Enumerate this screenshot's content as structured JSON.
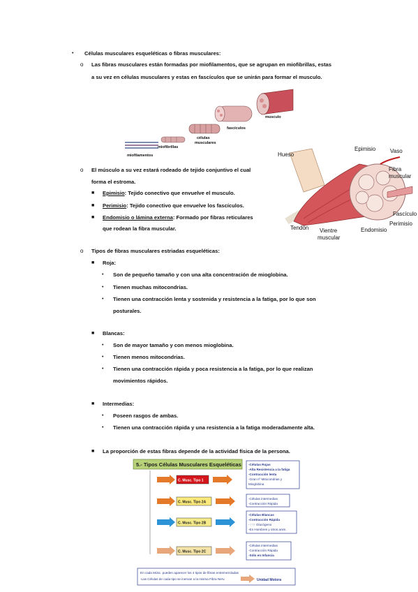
{
  "section": {
    "heading": "Células musculares esqueléticas o fibras musculares:",
    "intro_line1": "Las fibras musculares están formadas por miofilamentos, que se agrupan en miofibrillas, estas",
    "intro_line2": "a su vez en células musculares y estas en fascículos que se unirán para formar el musculo."
  },
  "figure1": {
    "musculo": "musculo",
    "fasciculos": "fascículos",
    "celulas_1": "células",
    "celulas_2": "musculares",
    "miofibrillas": "miofibrillas",
    "miofilamentos": "miofilamentos"
  },
  "stroma": {
    "line1": "El músculo a su vez estará rodeado de tejido conjuntivo el cual",
    "line2": "forma el estroma.",
    "items": [
      {
        "term": "Epimisio",
        "text": ": Tejido conectivo que envuelve el musculo."
      },
      {
        "term": "Perimisio",
        "text": ": Tejido conectivo que envuelve los fascículos."
      },
      {
        "term": "Endomisio o lámina externa",
        "text": ": Formado por fibras reticulares",
        "text2": "que rodean la fibra muscular."
      }
    ]
  },
  "figure2": {
    "hueso": "Hueso",
    "epimisio": "Epimisio",
    "vaso": "Vaso",
    "fibra": "Fibra",
    "muscular": "muscular",
    "fasciculo": "Fascículo",
    "perimisio": "Perimisio",
    "endomisio": "Endomisio",
    "tendon": "Tendón",
    "vientre": "Vientre",
    "muscular2": "muscular"
  },
  "tipos": {
    "heading": "Tipos de fibras musculares estriadas esqueléticas:",
    "roja": {
      "label": "Roja:",
      "items": [
        "Son de pequeño tamaño y con una alta concentración de mioglobina.",
        "Tienen muchas mitocondrias.",
        "Tienen una contracción lenta y sostenida y resistencia a la fatiga, por lo que son"
      ],
      "item3_cont": "posturales."
    },
    "blancas": {
      "label": "Blancas:",
      "items": [
        "Son de mayor tamaño y con menos mioglobina.",
        "Tienen menos mitocondrias.",
        "Tienen una contracción rápida y poca resistencia a la fatiga, por lo que realizan"
      ],
      "item3_cont": "movimientos rápidos."
    },
    "intermedias": {
      "label": "Intermedias:",
      "items": [
        "Poseen rasgos de ambas.",
        "Tienen una contracción rápida y una resistencia a la fatiga moderadamente alta."
      ]
    },
    "proporcion": "La proporción de estas fibras depende de la actividad física de la persona."
  },
  "diagram": {
    "title": "5.- Tipos Células Musculares Esqueléticas",
    "boxes": [
      "C. Musc. Tipo 1",
      "C. Musc. Tipo 2A",
      "C. Musc. Tipo 2B",
      "C. Musc. Tipo 2C"
    ],
    "notes": [
      [
        "-Células Rojas",
        "-Alta Resistencia a la fatiga",
        "-Contracción lenta",
        "-Gran nº Mitocondrias y",
        "Mioglobina"
      ],
      [
        "-Células intermedias",
        "-Contracción Rápida"
      ],
      [
        "-Células Blancas",
        "-Contracción Rápida",
        "- ↑↑↑ Glucógeno",
        "-En Hombres y otros anim."
      ],
      [
        "-Células intermedias",
        "-Contracción Rápida",
        "-Sólo en Infancia"
      ]
    ],
    "footer1": "En cada Músc. pueden aparecer los 4 tipos de fibras entremezcladas",
    "footer2": "-Las Células de cada tipo se inervan a la misma Fibra Nerv.",
    "unidad": "Unidad Motora",
    "colors": {
      "tipo1": "#d4151b",
      "tipo2a": "#fbe97b",
      "tipo2b": "#f5ea8a",
      "tipo2c": "#f3e3a6",
      "arrow_orange": "#e5792a",
      "arrow_blue": "#2c93d6",
      "arrow_tan": "#e8a77a",
      "note_border": "#2a3a8f",
      "title_bg": "#b8d27a"
    }
  }
}
